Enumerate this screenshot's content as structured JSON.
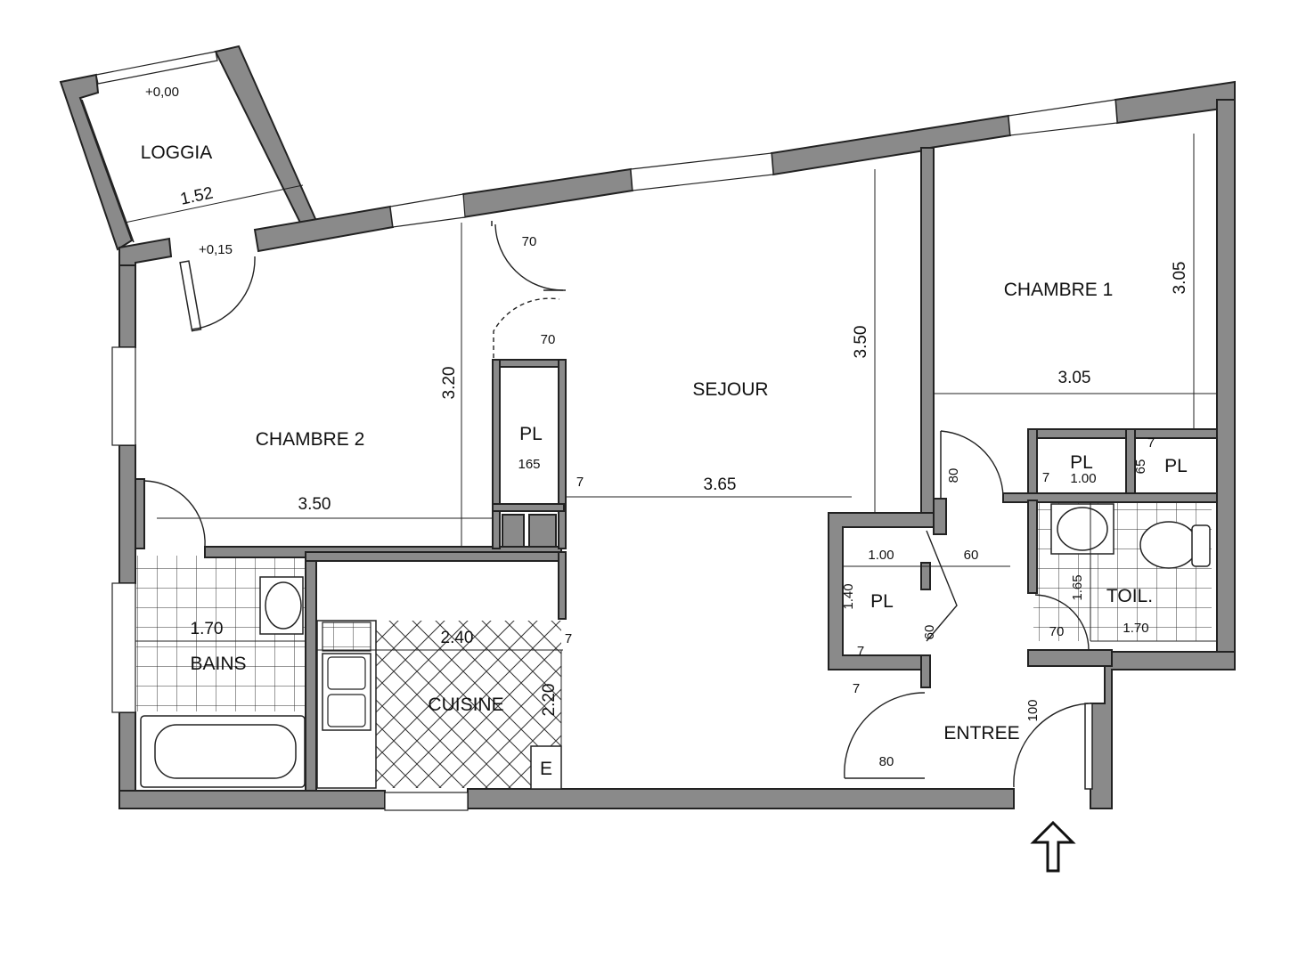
{
  "plan": {
    "rooms": {
      "loggia": "LOGGIA",
      "chambre2": "CHAMBRE 2",
      "sejour": "SEJOUR",
      "chambre1": "CHAMBRE 1",
      "bains": "BAINS",
      "cuisine": "CUISINE",
      "entree": "ENTREE",
      "toilet": "TOIL."
    },
    "storage": {
      "pl_chambre2": "PL",
      "pl_entree": "PL",
      "pl_chambre1_a": "PL",
      "pl_chambre1_b": "PL",
      "electric": "E"
    },
    "levels": {
      "loggia": "+0,00",
      "door": "+0,15"
    },
    "dimensions": {
      "loggia_width": "1.52",
      "chambre2_width": "3.50",
      "chambre2_depth": "3.20",
      "pl_chambre2_width": "165",
      "door_top_sejour": "70",
      "door_pl": "70",
      "sejour_width": "3.65",
      "sejour_depth": "3.50",
      "wall_7_sejour": "7",
      "chambre1_width": "3.05",
      "chambre1_depth": "3.05",
      "door_chambre1": "80",
      "pl_entree_width": "1.00",
      "pl_entree_depth": "1.40",
      "door_pl_entree": "60",
      "door_pl_entree_b": "60",
      "wall_7_a": "7",
      "wall_7_b": "7",
      "door_entree_inner": "80",
      "door_entree_main": "100",
      "pl_chambre1_width": "1.00",
      "pl_chambre1_small": "65",
      "wall_7_c": "7",
      "wall_7_d": "7",
      "toilet_depth": "1.65",
      "toilet_width": "1.70",
      "door_toilet": "70",
      "bains_width": "1.70",
      "cuisine_width": "2.40",
      "cuisine_depth": "2.20",
      "wall_7_cuisine": "7"
    }
  }
}
